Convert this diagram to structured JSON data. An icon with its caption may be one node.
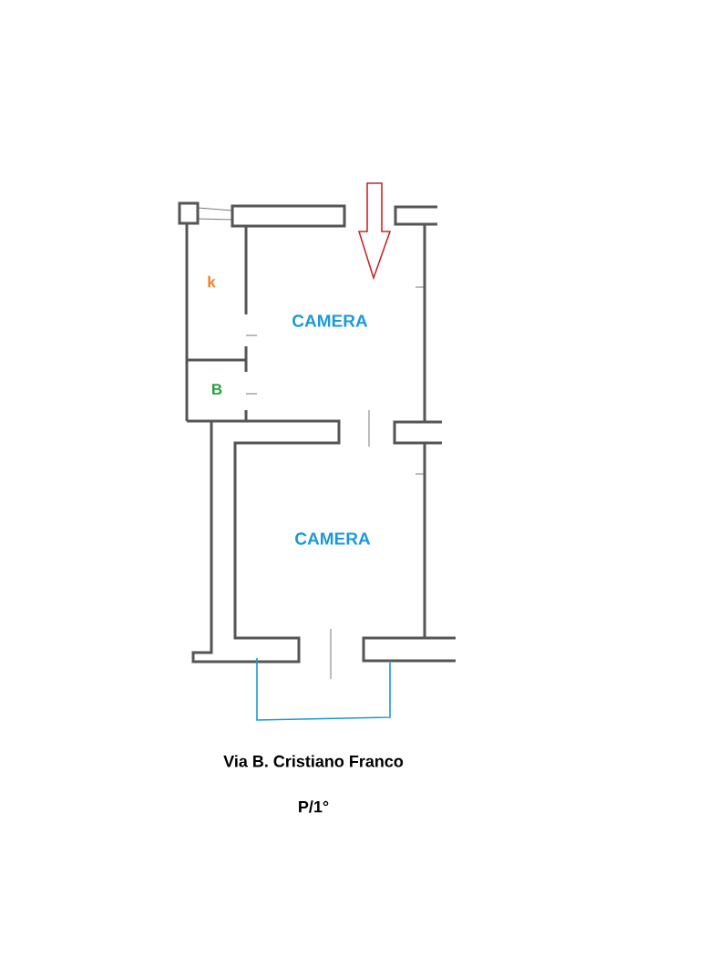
{
  "diagram": {
    "labels": [
      "k",
      "CAMERA",
      "B",
      "CAMERA",
      "Via B. Cristiano Franco",
      "P/1°"
    ]
  }
}
